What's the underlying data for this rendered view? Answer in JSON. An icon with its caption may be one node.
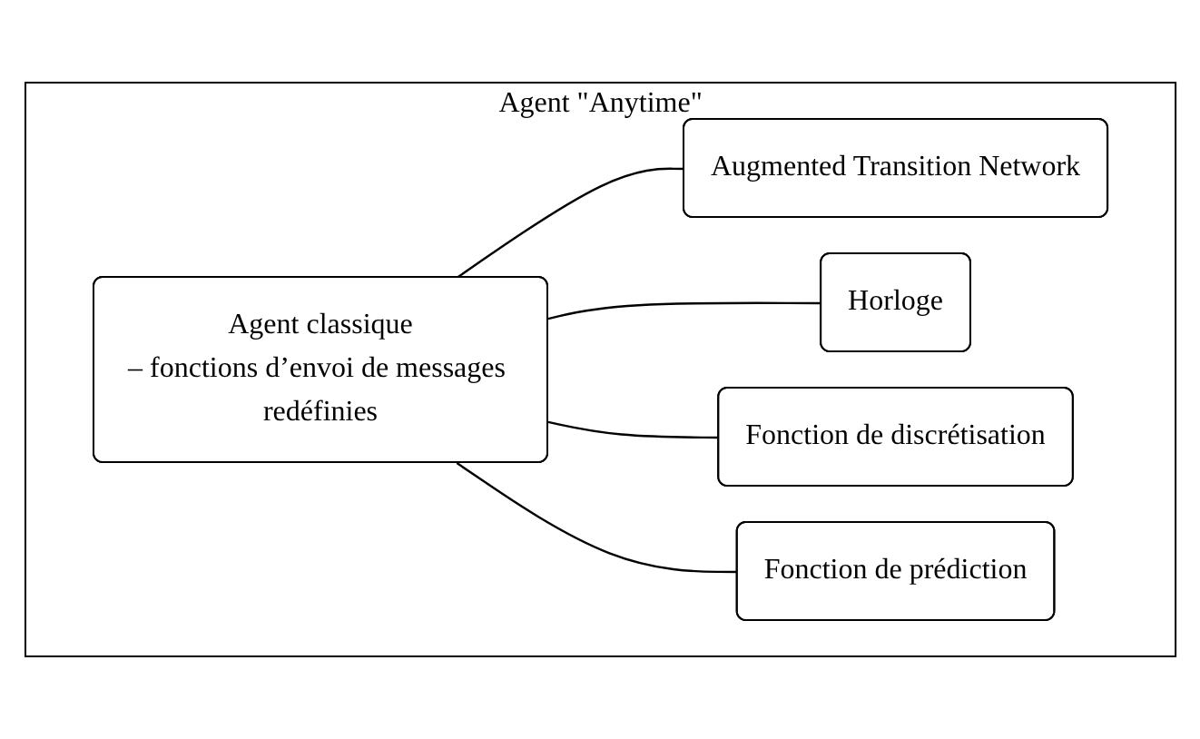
{
  "diagram": {
    "nodes": [
      {
        "text": [
          "Agent \"Anytime\""
        ]
      },
      {
        "text": [
          "Agent classique",
          "– fonctions d’envoi de messages redéfinies"
        ],
        "in": 0
      },
      {
        "text": [
          "Augmented Transition Network"
        ],
        "in": 0
      },
      {
        "text": [
          "Horloge"
        ],
        "in": 0
      },
      {
        "text": [
          "Fonction de discrétisation"
        ],
        "in": 0
      },
      {
        "text": [
          "Fonction de prédiction"
        ],
        "in": 0
      }
    ],
    "edges": [
      {
        "from": 1,
        "to": 2,
        "arrow": "none"
      },
      {
        "from": 1,
        "to": 3,
        "arrow": "none"
      },
      {
        "from": 1,
        "to": 4,
        "arrow": "none"
      },
      {
        "from": 1,
        "to": 5,
        "arrow": "none"
      }
    ]
  }
}
